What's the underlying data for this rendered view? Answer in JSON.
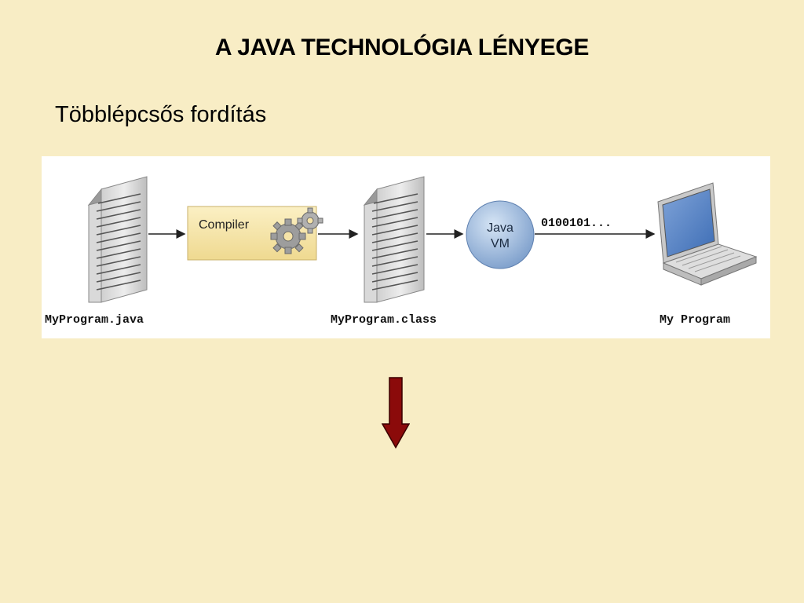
{
  "slide": {
    "title": "A JAVA TECHNOLÓGIA LÉNYEGE",
    "subtitle": "Többlépcsős fordítás"
  },
  "diagram": {
    "source_file_label": "MyProgram.java",
    "compiler_label": "Compiler",
    "class_file_label": "MyProgram.class",
    "vm_label_line1": "Java",
    "vm_label_line2": "VM",
    "binary_label": "0100101...",
    "output_label": "My Program",
    "icons": [
      "document-icon",
      "gears-icon",
      "document-icon",
      "laptop-icon"
    ]
  },
  "colors": {
    "background": "#f8edc5",
    "compiler_box": "#f5e3a8",
    "vm_circle": "#9fbde0",
    "down_arrow": "#8b0a0a"
  }
}
